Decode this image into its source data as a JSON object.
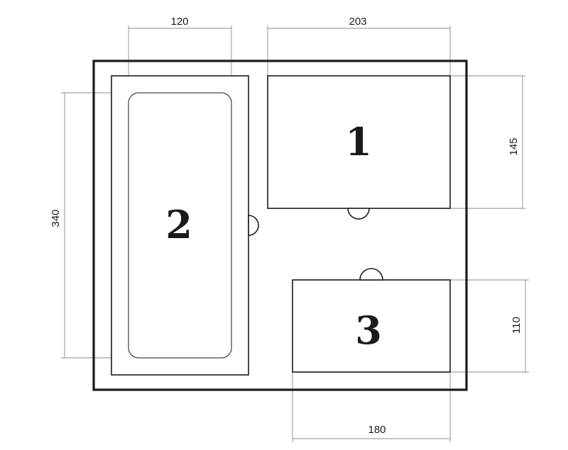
{
  "diagram": {
    "units": "",
    "fixtures": [
      {
        "number": "1"
      },
      {
        "number": "2"
      },
      {
        "number": "3"
      }
    ],
    "dimensions": {
      "bathtub_width": "120",
      "fixture1_width": "203",
      "fixture1_depth": "145",
      "bathtub_length": "340",
      "fixture3_depth": "110",
      "fixture3_width": "180"
    }
  }
}
